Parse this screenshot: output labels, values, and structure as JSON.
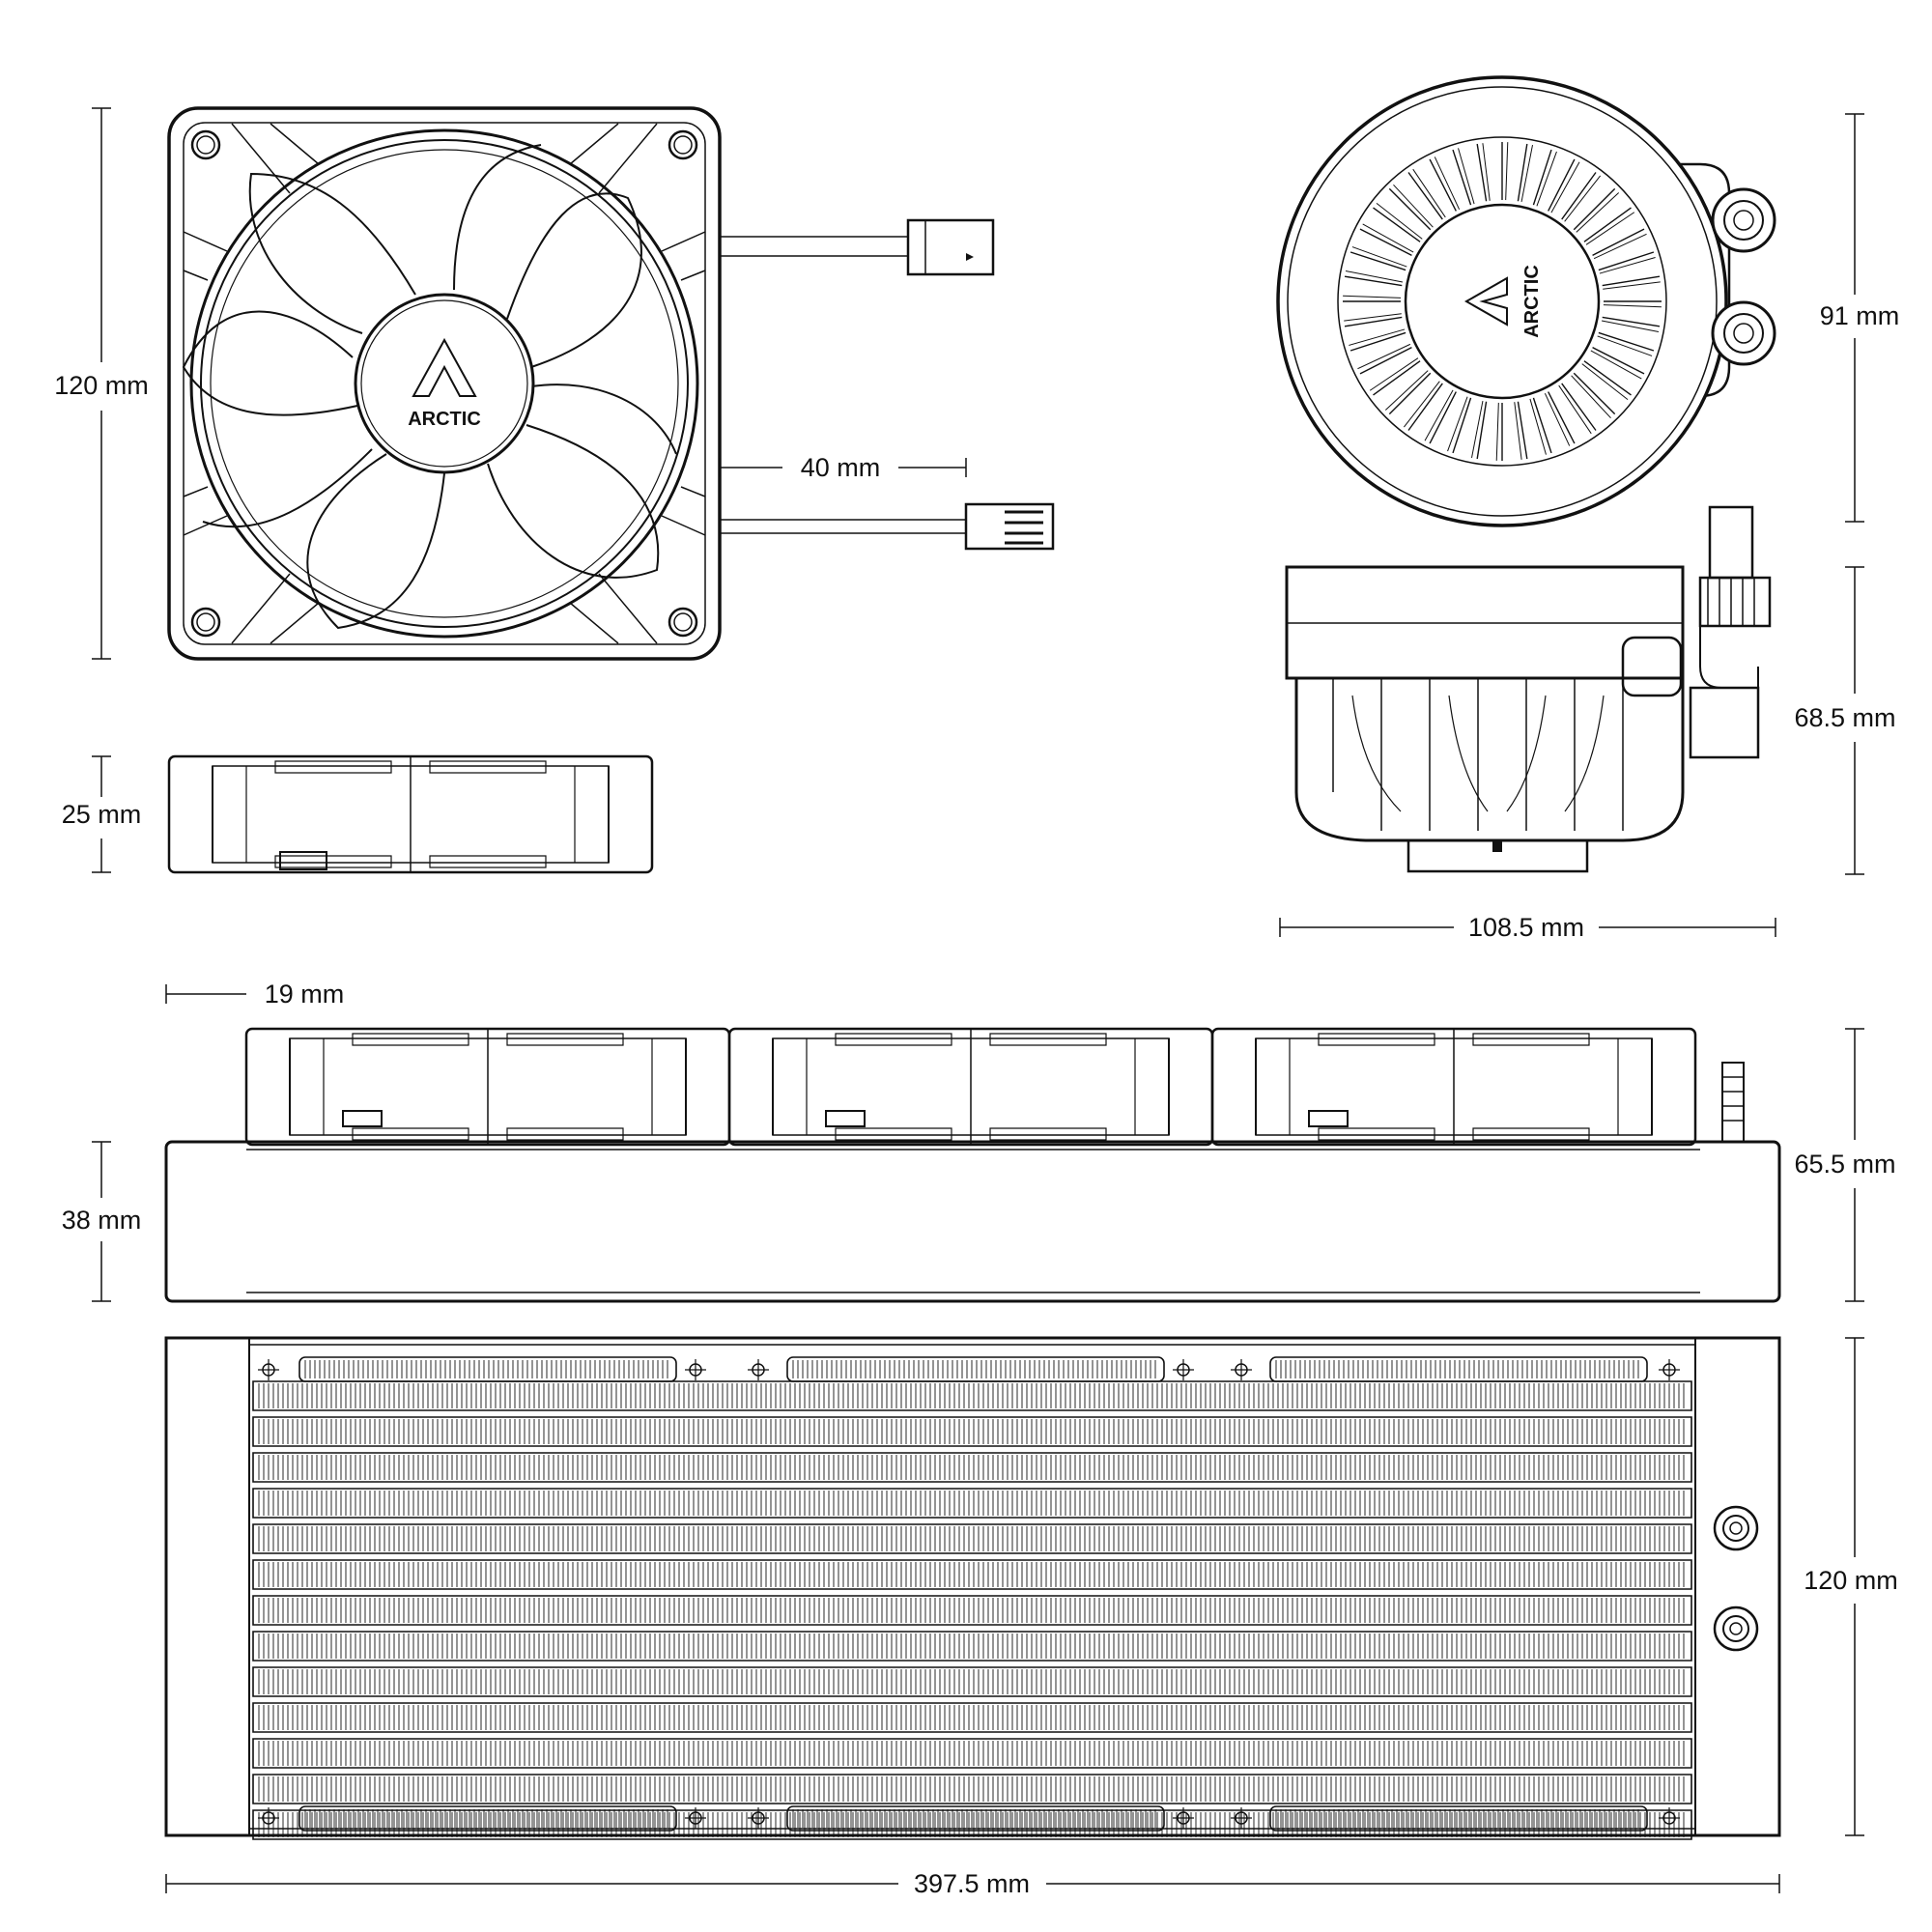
{
  "brand": "ARCTIC",
  "dimensions": {
    "fan_height": "120 mm",
    "fan_thickness": "25 mm",
    "cable_length": "40 mm",
    "fan_offset": "19 mm",
    "radiator_thickness": "38 mm",
    "radiator_fan_total": "65.5 mm",
    "radiator_width": "120 mm",
    "radiator_length": "397.5 mm",
    "pump_diameter": "91 mm",
    "pump_height": "68.5 mm",
    "pump_width": "108.5 mm"
  },
  "colors": {
    "line": "#1a1a1a",
    "background": "#ffffff"
  }
}
